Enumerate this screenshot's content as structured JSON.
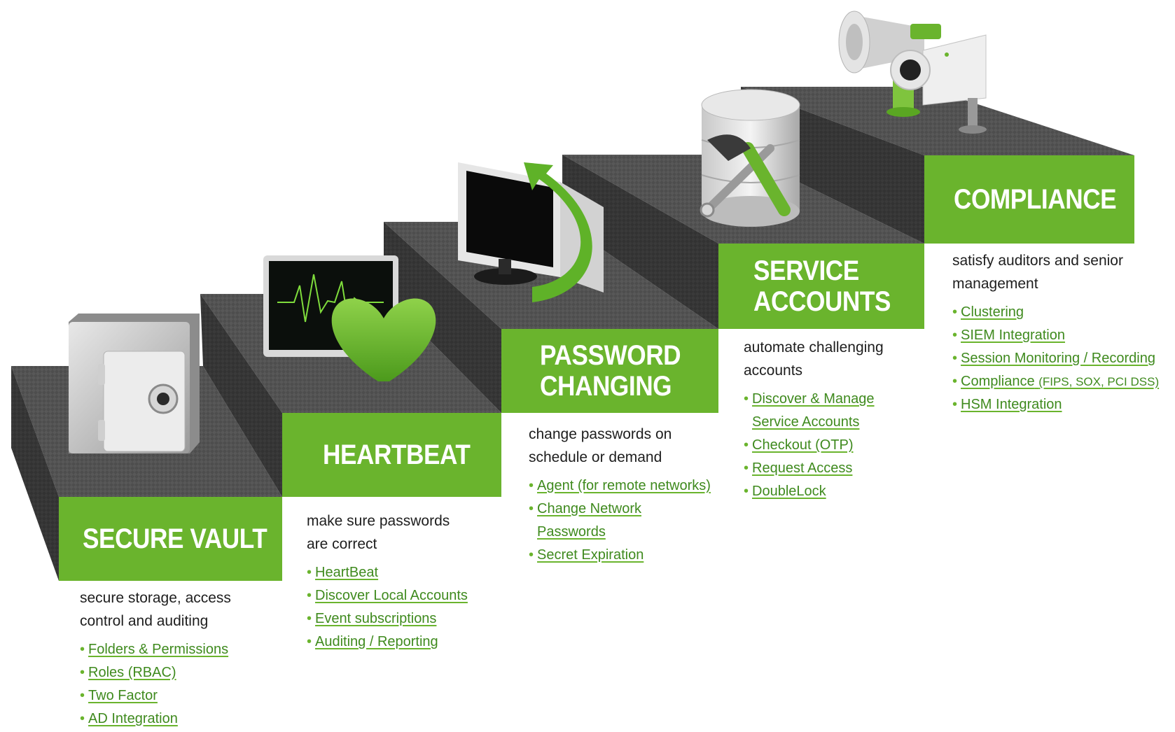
{
  "colors": {
    "accent": "#6ab42d",
    "link": "#3f8a1e",
    "stair_top": "#555555",
    "stair_face": "#2f2f2f"
  },
  "steps": [
    {
      "title": "SECURE VAULT",
      "icon": "safe-icon",
      "description": [
        "secure storage, access",
        "control and auditing"
      ],
      "links": [
        "Folders & Permissions",
        "Roles (RBAC)",
        "Two Factor",
        "AD Integration"
      ]
    },
    {
      "title": "HEARTBEAT",
      "icon": "heart-monitor-icon",
      "description": [
        "make sure passwords",
        "are correct"
      ],
      "links": [
        "HeartBeat",
        "Discover Local Accounts",
        "Event subscriptions",
        "Auditing / Reporting"
      ]
    },
    {
      "title_lines": [
        "PASSWORD",
        "CHANGING"
      ],
      "icon": "monitor-refresh-icon",
      "description": [
        "change passwords on",
        "schedule or demand"
      ],
      "links": [
        "Agent (for remote networks)",
        "Change Network",
        "Passwords",
        "Secret Expiration"
      ]
    },
    {
      "title_lines": [
        "SERVICE",
        "ACCOUNTS"
      ],
      "icon": "database-wrench-icon",
      "description": [
        "automate challenging",
        "accounts"
      ],
      "links": [
        "Discover & Manage",
        "Service Accounts",
        "Checkout (OTP)",
        "Request Access",
        "DoubleLock"
      ]
    },
    {
      "title": "COMPLIANCE",
      "icon": "megaphone-camera-icon",
      "description": [
        "satisfy auditors and senior",
        "management"
      ],
      "links": [
        "Clustering",
        "SIEM Integration",
        "Session Monitoring / Recording"
      ],
      "compliance_link": {
        "main": "Compliance",
        "detail": "(FIPS, SOX, PCI DSS)"
      },
      "links_after": [
        "HSM Integration"
      ]
    }
  ]
}
